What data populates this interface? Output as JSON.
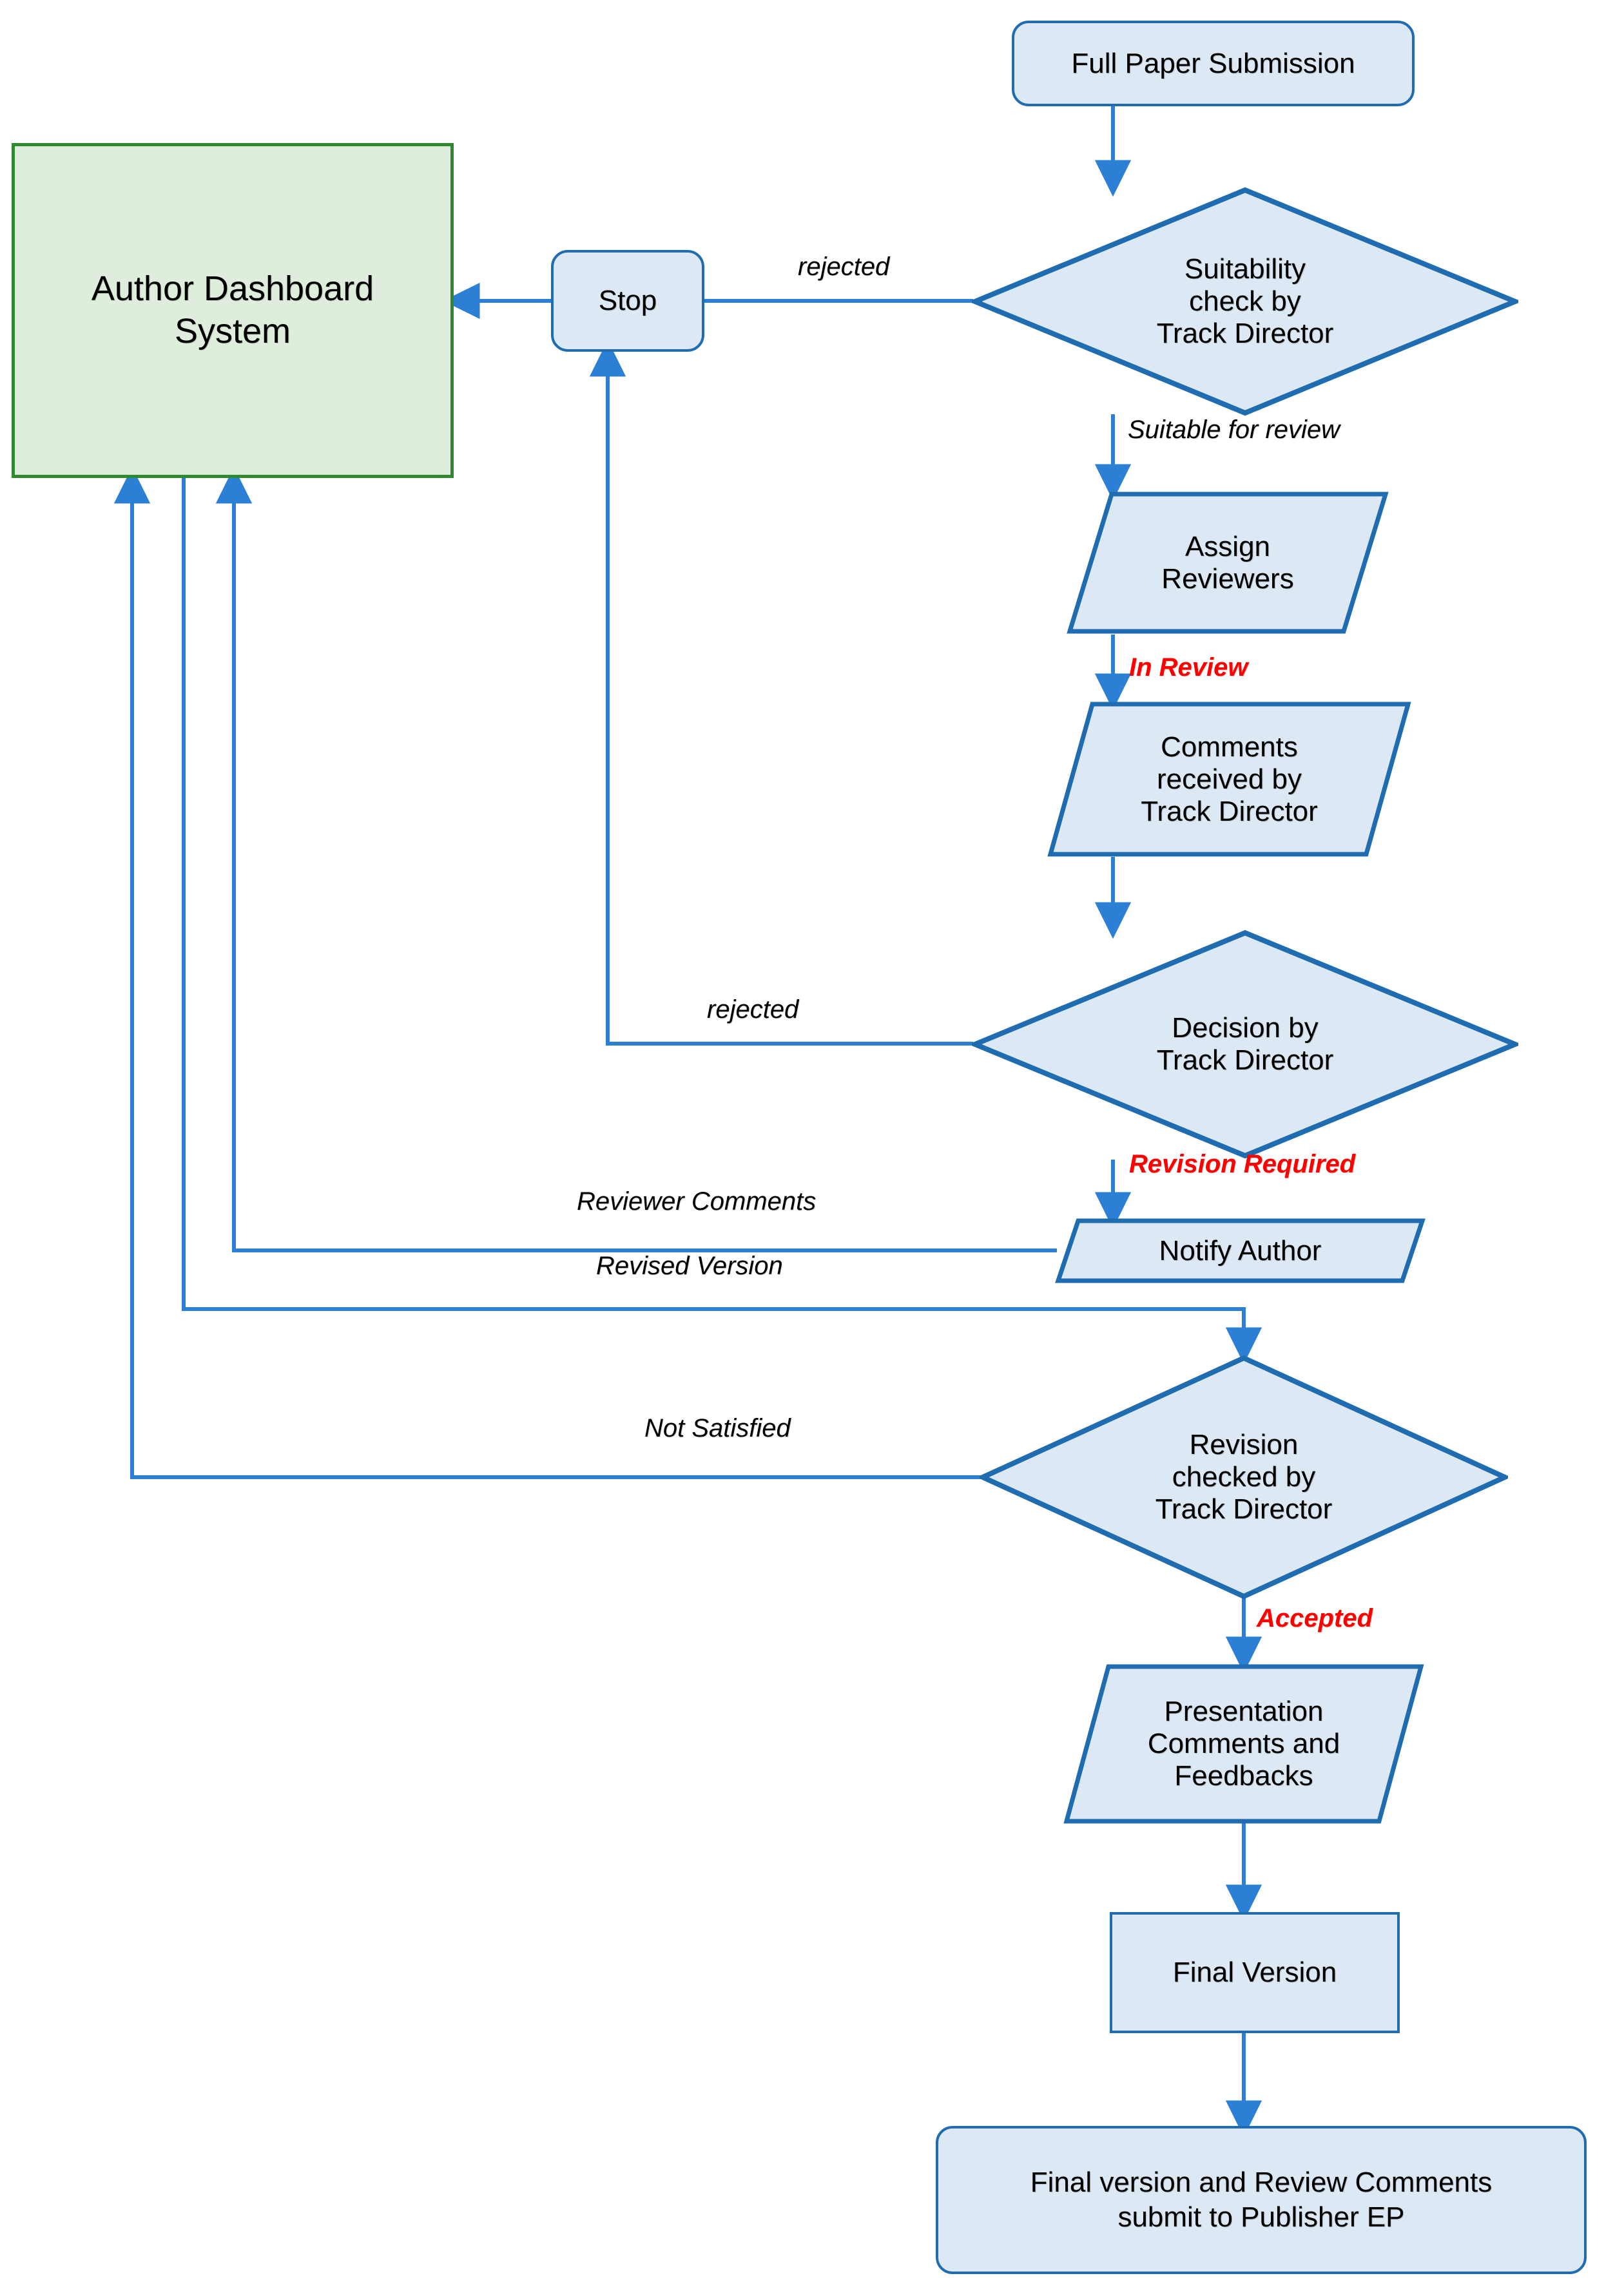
{
  "diagram": {
    "title": "Full Paper Review Workflow",
    "colors": {
      "node_fill": "#dce8f4",
      "node_stroke": "#1f6cb0",
      "system_fill": "#dfeedc",
      "system_stroke": "#2f8a2f",
      "edge": "#2b7fd4",
      "status_label": "#ff0000",
      "edge_label": "#000000"
    },
    "nodes": [
      {
        "id": "author-dashboard-system",
        "shape": "rectangle",
        "label": "Author Dashboard\nSystem"
      },
      {
        "id": "full-paper-submission",
        "shape": "rounded-rectangle",
        "label": "Full Paper Submission"
      },
      {
        "id": "suitability-check",
        "shape": "diamond",
        "label": "Suitability\ncheck by\nTrack Director"
      },
      {
        "id": "stop",
        "shape": "rounded-rectangle",
        "label": "Stop"
      },
      {
        "id": "assign-reviewers",
        "shape": "parallelogram",
        "label": "Assign\nReviewers"
      },
      {
        "id": "comments-received",
        "shape": "parallelogram",
        "label": "Comments\nreceived by\nTrack Director"
      },
      {
        "id": "decision-by-track-director",
        "shape": "diamond",
        "label": "Decision by\nTrack Director"
      },
      {
        "id": "notify-author",
        "shape": "parallelogram",
        "label": "Notify Author"
      },
      {
        "id": "revision-checked",
        "shape": "diamond",
        "label": "Revision\nchecked by\nTrack Director"
      },
      {
        "id": "presentation-comments",
        "shape": "parallelogram",
        "label": "Presentation\nComments and\nFeedbacks"
      },
      {
        "id": "final-version",
        "shape": "rectangle",
        "label": "Final Version"
      },
      {
        "id": "final-submit-publisher",
        "shape": "rounded-rectangle",
        "label": "Final version and Review Comments\nsubmit to Publisher EP"
      }
    ],
    "edge_labels": [
      {
        "id": "rejected-suitability",
        "text": "rejected",
        "style": "italic"
      },
      {
        "id": "suitable-for-review",
        "text": "Suitable for review",
        "style": "italic"
      },
      {
        "id": "in-review",
        "text": "In Review",
        "style": "status"
      },
      {
        "id": "rejected-decision",
        "text": "rejected",
        "style": "italic"
      },
      {
        "id": "revision-required",
        "text": "Revision Required",
        "style": "status"
      },
      {
        "id": "reviewer-comments",
        "text": "Reviewer Comments",
        "style": "italic"
      },
      {
        "id": "revised-version",
        "text": "Revised Version",
        "style": "italic"
      },
      {
        "id": "not-satisfied",
        "text": "Not Satisfied",
        "style": "italic"
      },
      {
        "id": "accepted",
        "text": "Accepted",
        "style": "status"
      }
    ]
  }
}
